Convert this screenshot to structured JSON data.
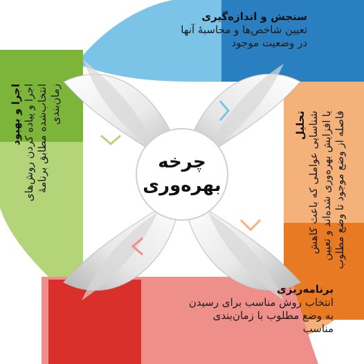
{
  "center": {
    "line1": "چرخه",
    "line2": "بهره‌وری"
  },
  "stages": {
    "top": {
      "title": "سنجش و اندازه‌گیری",
      "desc1": "تعیین شاخص‌ها و محاسبهٔ آنها",
      "desc2": "در وضعیت موجود",
      "color_light": "#7cc3e8",
      "color_dark": "#2a7fc1"
    },
    "right": {
      "title": "تحلیل",
      "desc1": "شناسایی عواملی که باعث کاهش",
      "desc2": "یا افزایش بهره‌وری شده‌اند و تعیین",
      "desc3": "فاصله از وضع موجود تا وضع مطلوب",
      "color_light": "#f4b27a",
      "color_dark": "#e77a22"
    },
    "bottom": {
      "title": "برنامه‌ریزی",
      "desc1": "انتخاب روش مناسب برای رسیدن",
      "desc2": "به وضع مطلوب با زمان‌بندی",
      "desc3": "مناسب",
      "color_light": "#ee8f8a",
      "color_dark": "#d9302c"
    },
    "left": {
      "title": "اجرا و بهبود",
      "desc1": "اجرا و پیاده کردن روش‌های",
      "desc2": "انتخاب‌شده مطابق برنامهٔ",
      "desc3": "زمان‌بندی",
      "color_light": "#b4d47a",
      "color_dark": "#7db53b"
    }
  }
}
